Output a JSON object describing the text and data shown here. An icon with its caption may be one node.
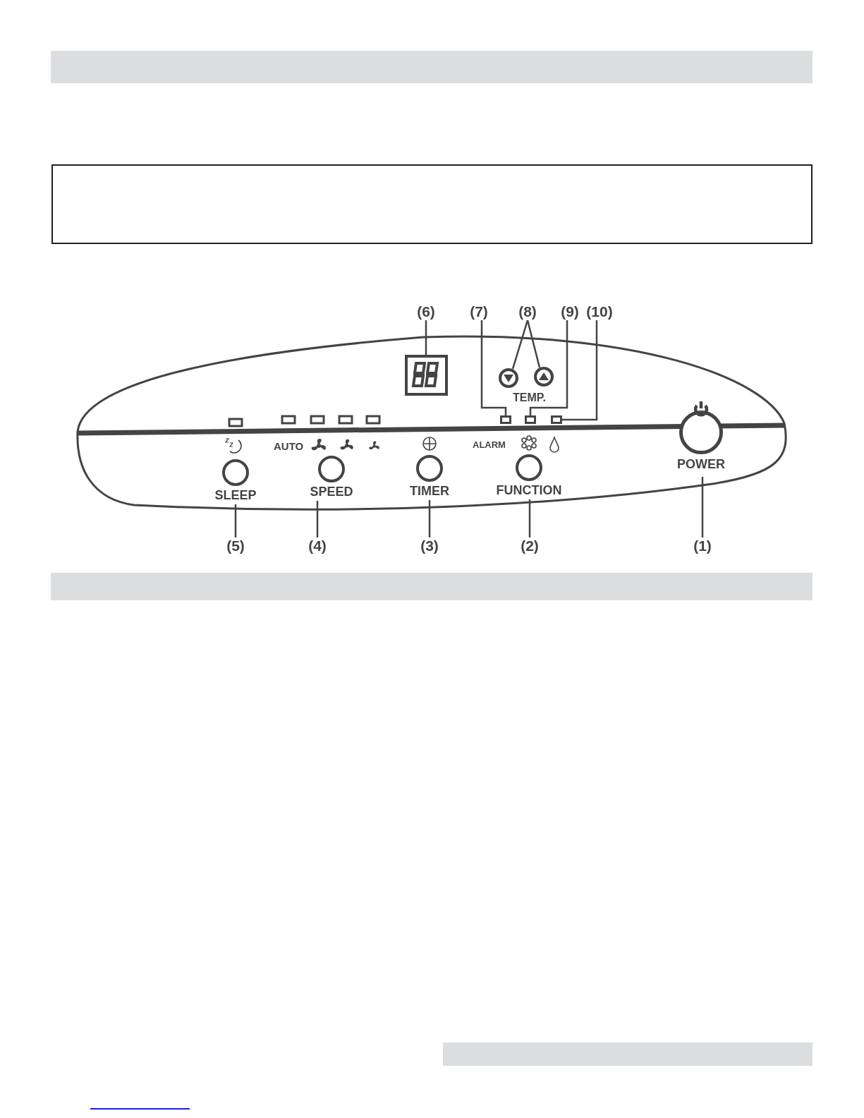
{
  "diagram": {
    "nodes": [
      {
        "text": [
          "(6)"
        ]
      },
      {
        "text": [
          "(7)"
        ]
      },
      {
        "text": [
          "(8)"
        ]
      },
      {
        "text": [
          "(9)"
        ]
      },
      {
        "text": [
          "(10)"
        ]
      },
      {
        "text": [],
        "shape": "box"
      },
      {
        "text": [],
        "shape": "circle"
      },
      {
        "text": [],
        "shape": "circle"
      },
      {
        "text": [],
        "shape": "box"
      },
      {
        "text": [],
        "shape": "box"
      },
      {
        "text": [],
        "shape": "box"
      },
      {
        "text": [
          "SLEEP"
        ]
      },
      {
        "text": [
          "SPEED"
        ]
      },
      {
        "text": [
          "TIMER"
        ]
      },
      {
        "text": [
          "FUNCTION"
        ]
      },
      {
        "text": [
          "POWER"
        ]
      },
      {
        "text": [
          "(5)"
        ]
      },
      {
        "text": [
          "(4)"
        ]
      },
      {
        "text": [
          "(3)"
        ]
      },
      {
        "text": [
          "(2)"
        ]
      },
      {
        "text": [
          "(1)"
        ]
      }
    ],
    "edges": [
      {
        "from": 0,
        "to": 5,
        "arrow": "none"
      },
      {
        "from": 1,
        "to": 8,
        "arrow": "none"
      },
      {
        "from": 2,
        "to": 6,
        "arrow": "none"
      },
      {
        "from": 2,
        "to": 7,
        "arrow": "none"
      },
      {
        "from": 3,
        "to": 9,
        "arrow": "none"
      },
      {
        "from": 4,
        "to": 10,
        "arrow": "none"
      },
      {
        "from": 16,
        "to": 11,
        "arrow": "none"
      },
      {
        "from": 17,
        "to": 12,
        "arrow": "none"
      },
      {
        "from": 18,
        "to": 13,
        "arrow": "none"
      },
      {
        "from": 19,
        "to": 14,
        "arrow": "none"
      },
      {
        "from": 20,
        "to": 15,
        "arrow": "none"
      }
    ],
    "labels": [
      "TEMP.",
      "AUTO",
      "ALARM"
    ]
  }
}
